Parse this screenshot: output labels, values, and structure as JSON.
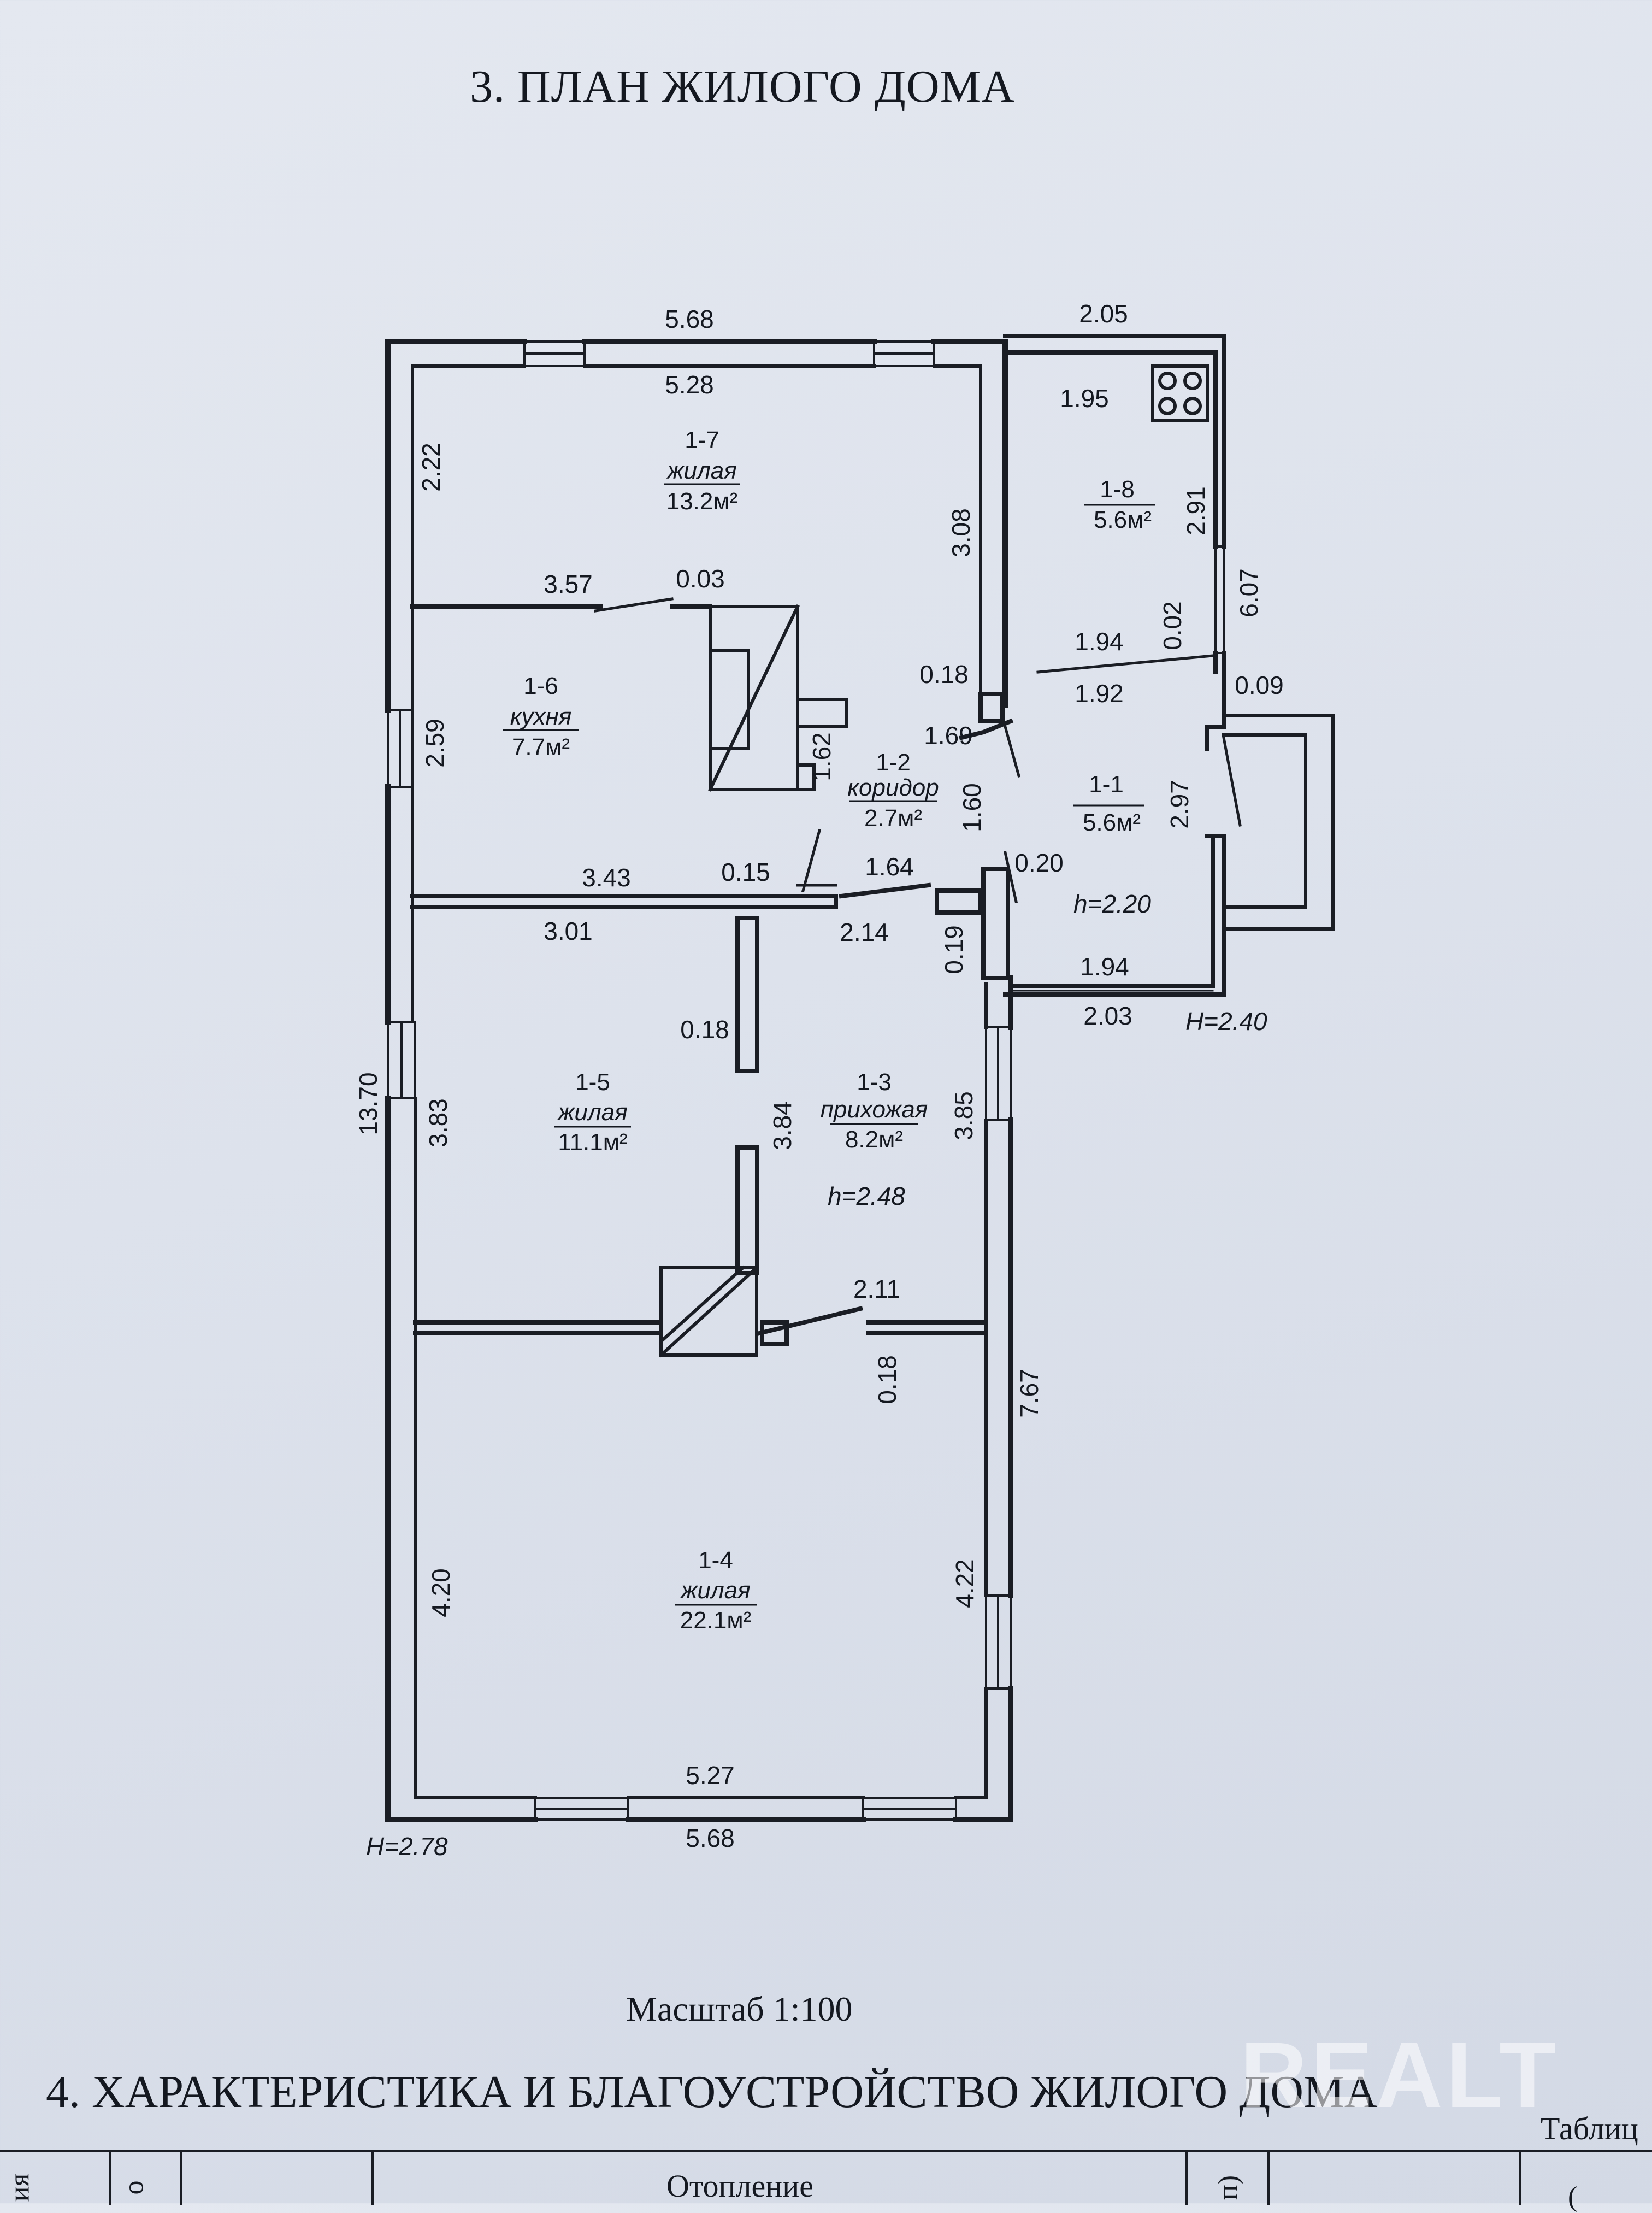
{
  "document": {
    "title": "3. ПЛАН ЖИЛОГО ДОМА",
    "scale": "Масштаб 1:100",
    "next_section_title": "4. ХАРАКТЕРИСТИКА И БЛАГОУСТРОЙСТВО ЖИЛОГО ДОМА",
    "table_label": "Таблиц",
    "table_column_heading": "Отопление",
    "table_edge_glyphs": [
      "ия",
      "о",
      "п)",
      "("
    ],
    "watermark": "REALT"
  },
  "rooms": [
    {
      "id": "1-7",
      "name": "жилая",
      "area": "13.2м²"
    },
    {
      "id": "1-6",
      "name": "кухня",
      "area": "7.7м²"
    },
    {
      "id": "1-2",
      "name": "коридор",
      "area": "2.7м²"
    },
    {
      "id": "1-8",
      "name": "",
      "area": "5.6м²"
    },
    {
      "id": "1-1",
      "name": "",
      "area": "5.6м²"
    },
    {
      "id": "1-5",
      "name": "жилая",
      "area": "11.1м²"
    },
    {
      "id": "1-3",
      "name": "прихожая",
      "area": "8.2м²"
    },
    {
      "id": "1-4",
      "name": "жилая",
      "area": "22.1м²"
    }
  ],
  "heights": {
    "veranda_inner": "h=2.20",
    "veranda_outer": "H=2.40",
    "hall_inner": "h=2.48",
    "house_outer": "H=2.78"
  },
  "dimensions": {
    "top_outer": "5.68",
    "top_inner": "5.28",
    "r17_left": "2.22",
    "r17_right": "3.08",
    "r16_top": "3.57",
    "stove_gap": "0.03",
    "r16_left": "2.59",
    "stove_depth": "1.62",
    "corr_wall": "0.18",
    "corr_top": "1.69",
    "corr_height": "1.60",
    "r16_bottom": "3.43",
    "wall_015": "0.15",
    "corr_bottom": "1.64",
    "r15_top": "3.01",
    "hall_top": "2.14",
    "wall_019": "0.19",
    "ver_top": "2.05",
    "ver_inner_top": "1.95",
    "ver_side": "2.91",
    "ver_total": "6.07",
    "ver_gap": "0.02",
    "ver_mid_a": "1.94",
    "ver_mid_b": "1.92",
    "porch_wall": "0.09",
    "r11_side": "2.97",
    "r11_wall": "0.20",
    "r11_bottom_in": "1.94",
    "r11_bottom_out": "2.03",
    "total_left": "13.70",
    "r15_left": "3.83",
    "r15_wall": "0.18",
    "r15_right": "3.84",
    "r13_right": "3.85",
    "r14_door": "2.11",
    "r14_wall": "0.18",
    "right_lower": "7.67",
    "r14_left": "4.20",
    "r14_right": "4.22",
    "bottom_inner": "5.27",
    "bottom_outer": "5.68"
  }
}
